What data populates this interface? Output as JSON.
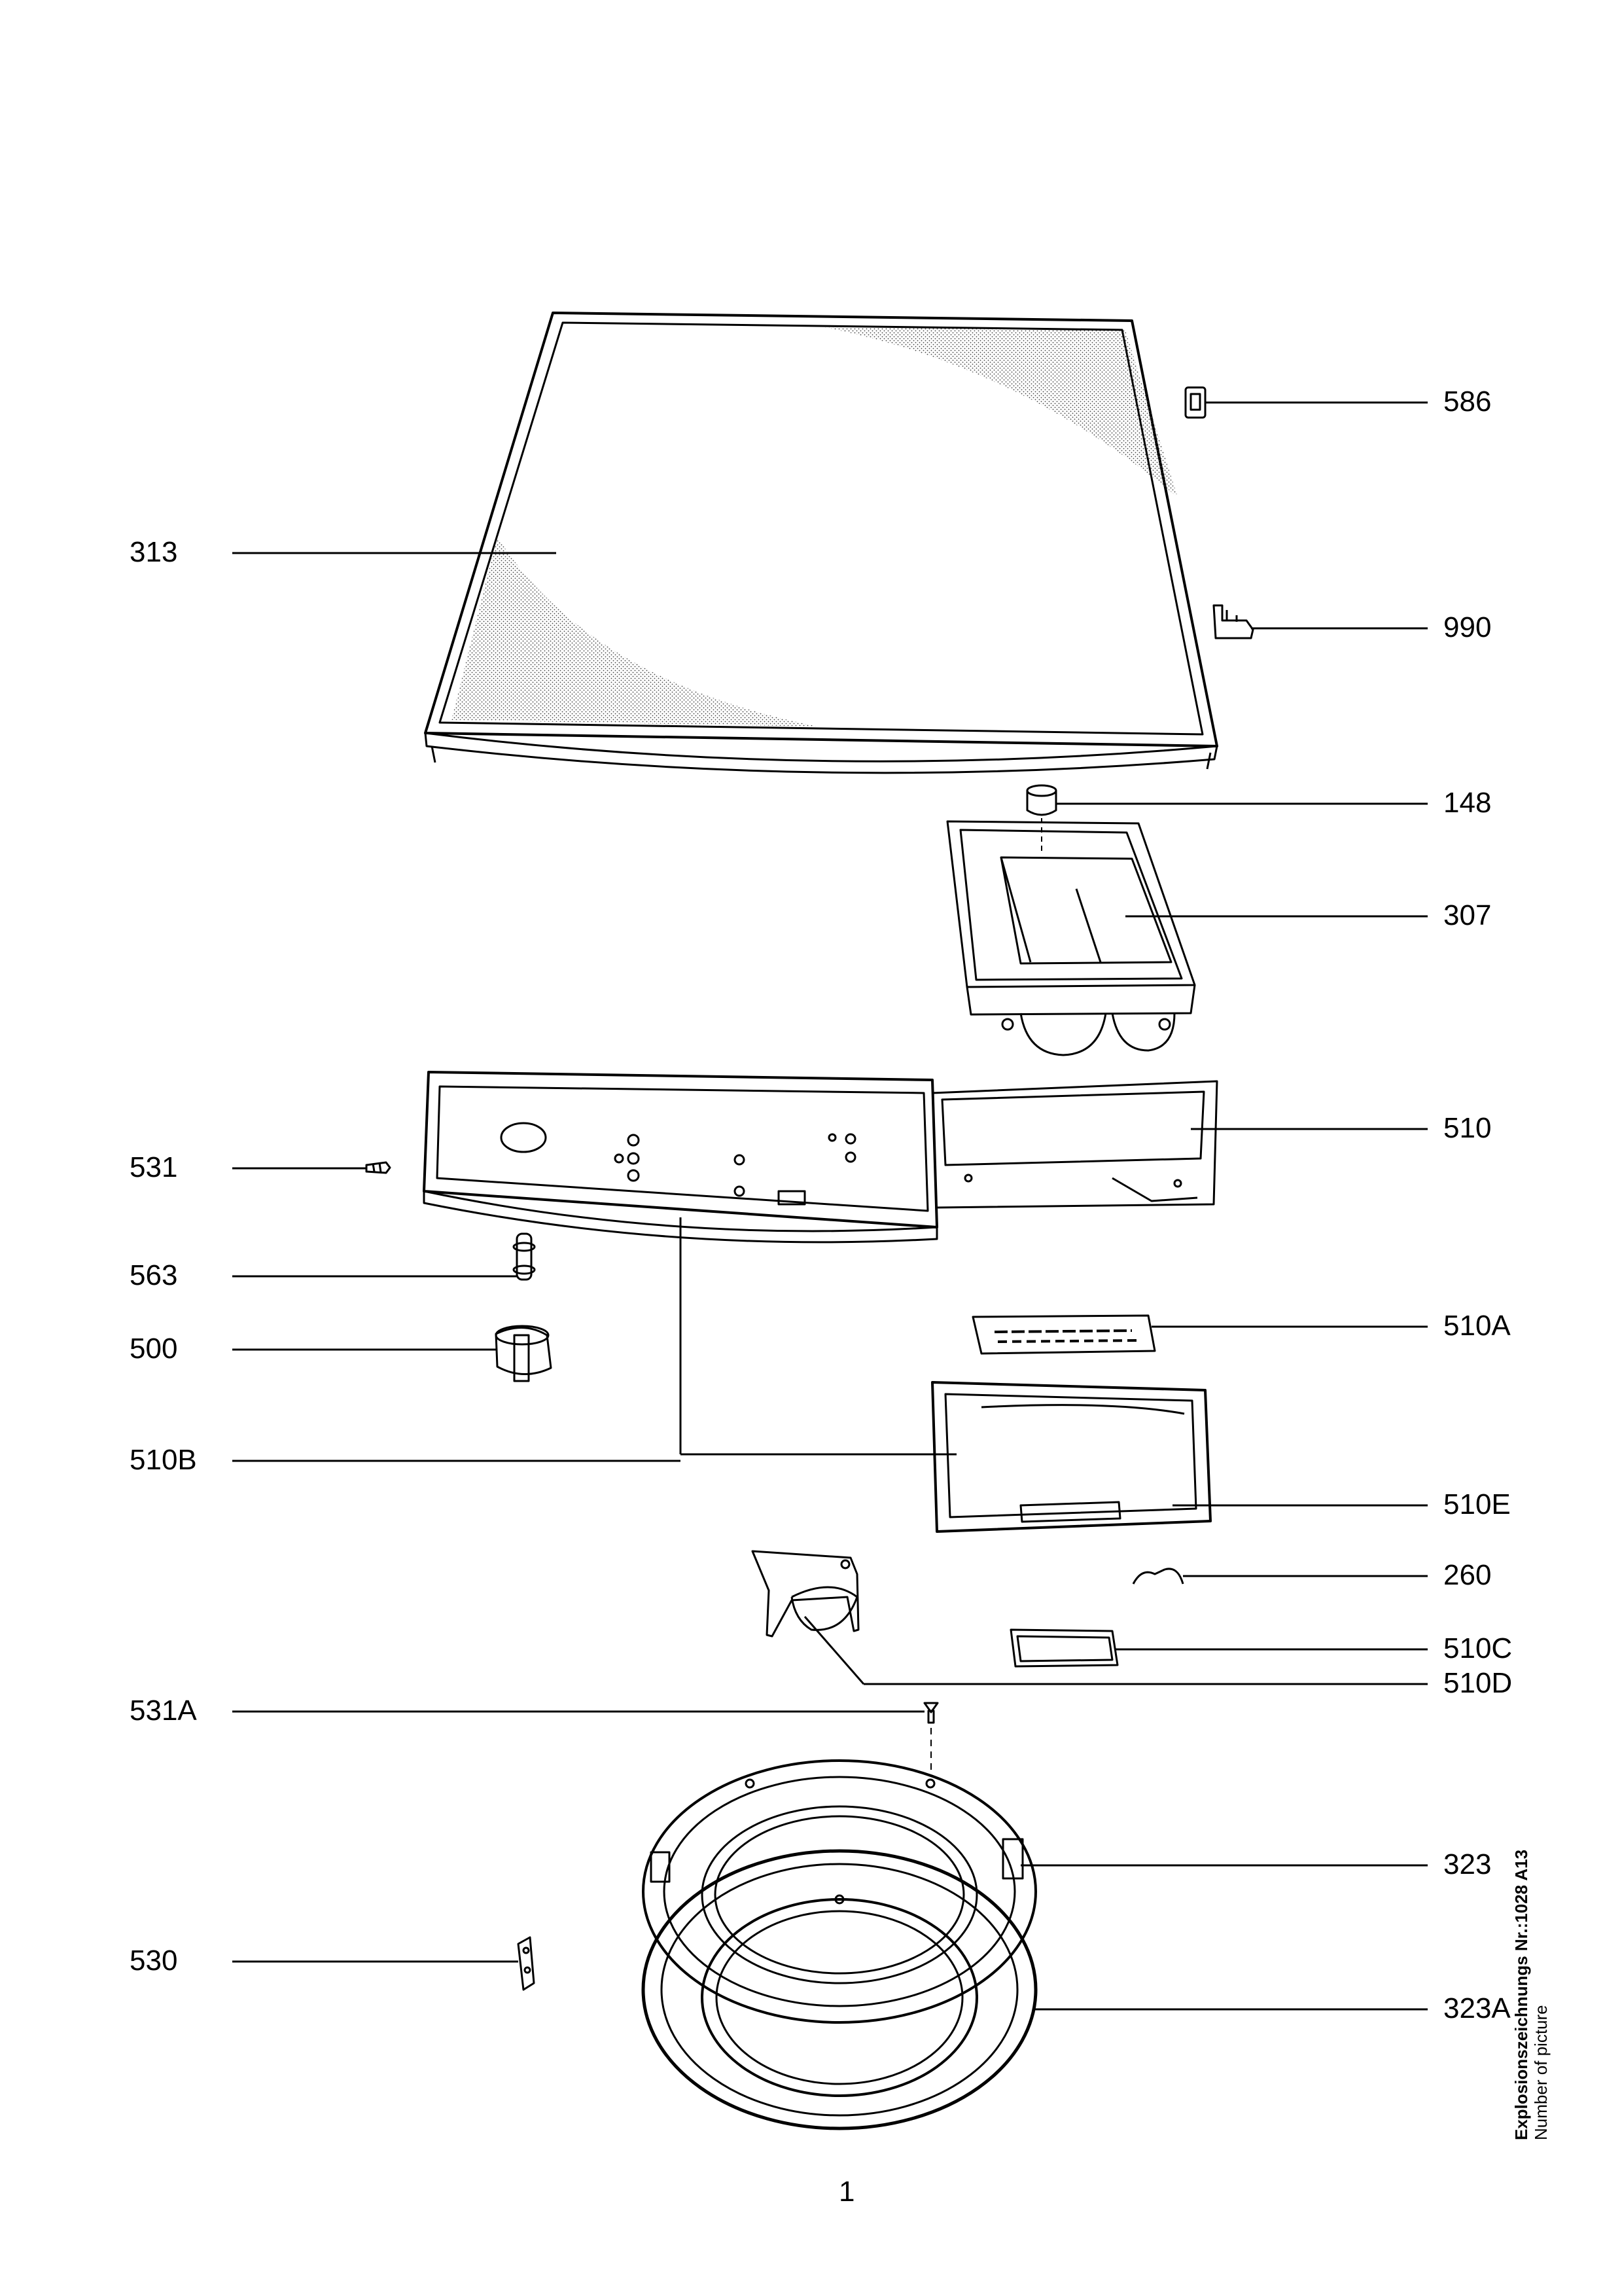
{
  "callouts": {
    "c586": "586",
    "c313": "313",
    "c990": "990",
    "c148": "148",
    "c307": "307",
    "c510": "510",
    "c531": "531",
    "c563": "563",
    "c500": "500",
    "c510A": "510A",
    "c510B": "510B",
    "c510E": "510E",
    "c260": "260",
    "c510C": "510C",
    "c510D": "510D",
    "c531A": "531A",
    "c323": "323",
    "c530": "530",
    "c323A": "323A"
  },
  "side_note": {
    "line1": "Explosionszeichnungs Nr.:1028 A13",
    "line2": "Number of picture"
  },
  "page_number": "1"
}
